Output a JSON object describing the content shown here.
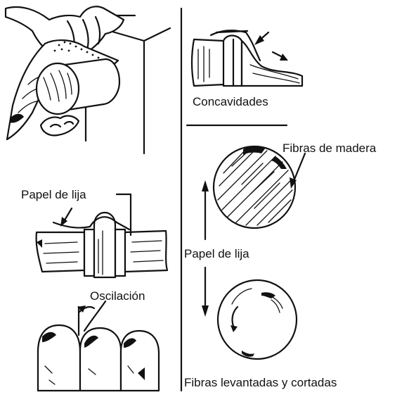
{
  "labels": {
    "concavities": "Concavidades",
    "wood_fibers": "Fibras de madera",
    "sandpaper_left": "Papel de lija",
    "sandpaper_right": "Papel de lija",
    "oscillation": "Oscilación",
    "raised_cut_fibers": "Fibras levantadas y cortadas"
  }
}
